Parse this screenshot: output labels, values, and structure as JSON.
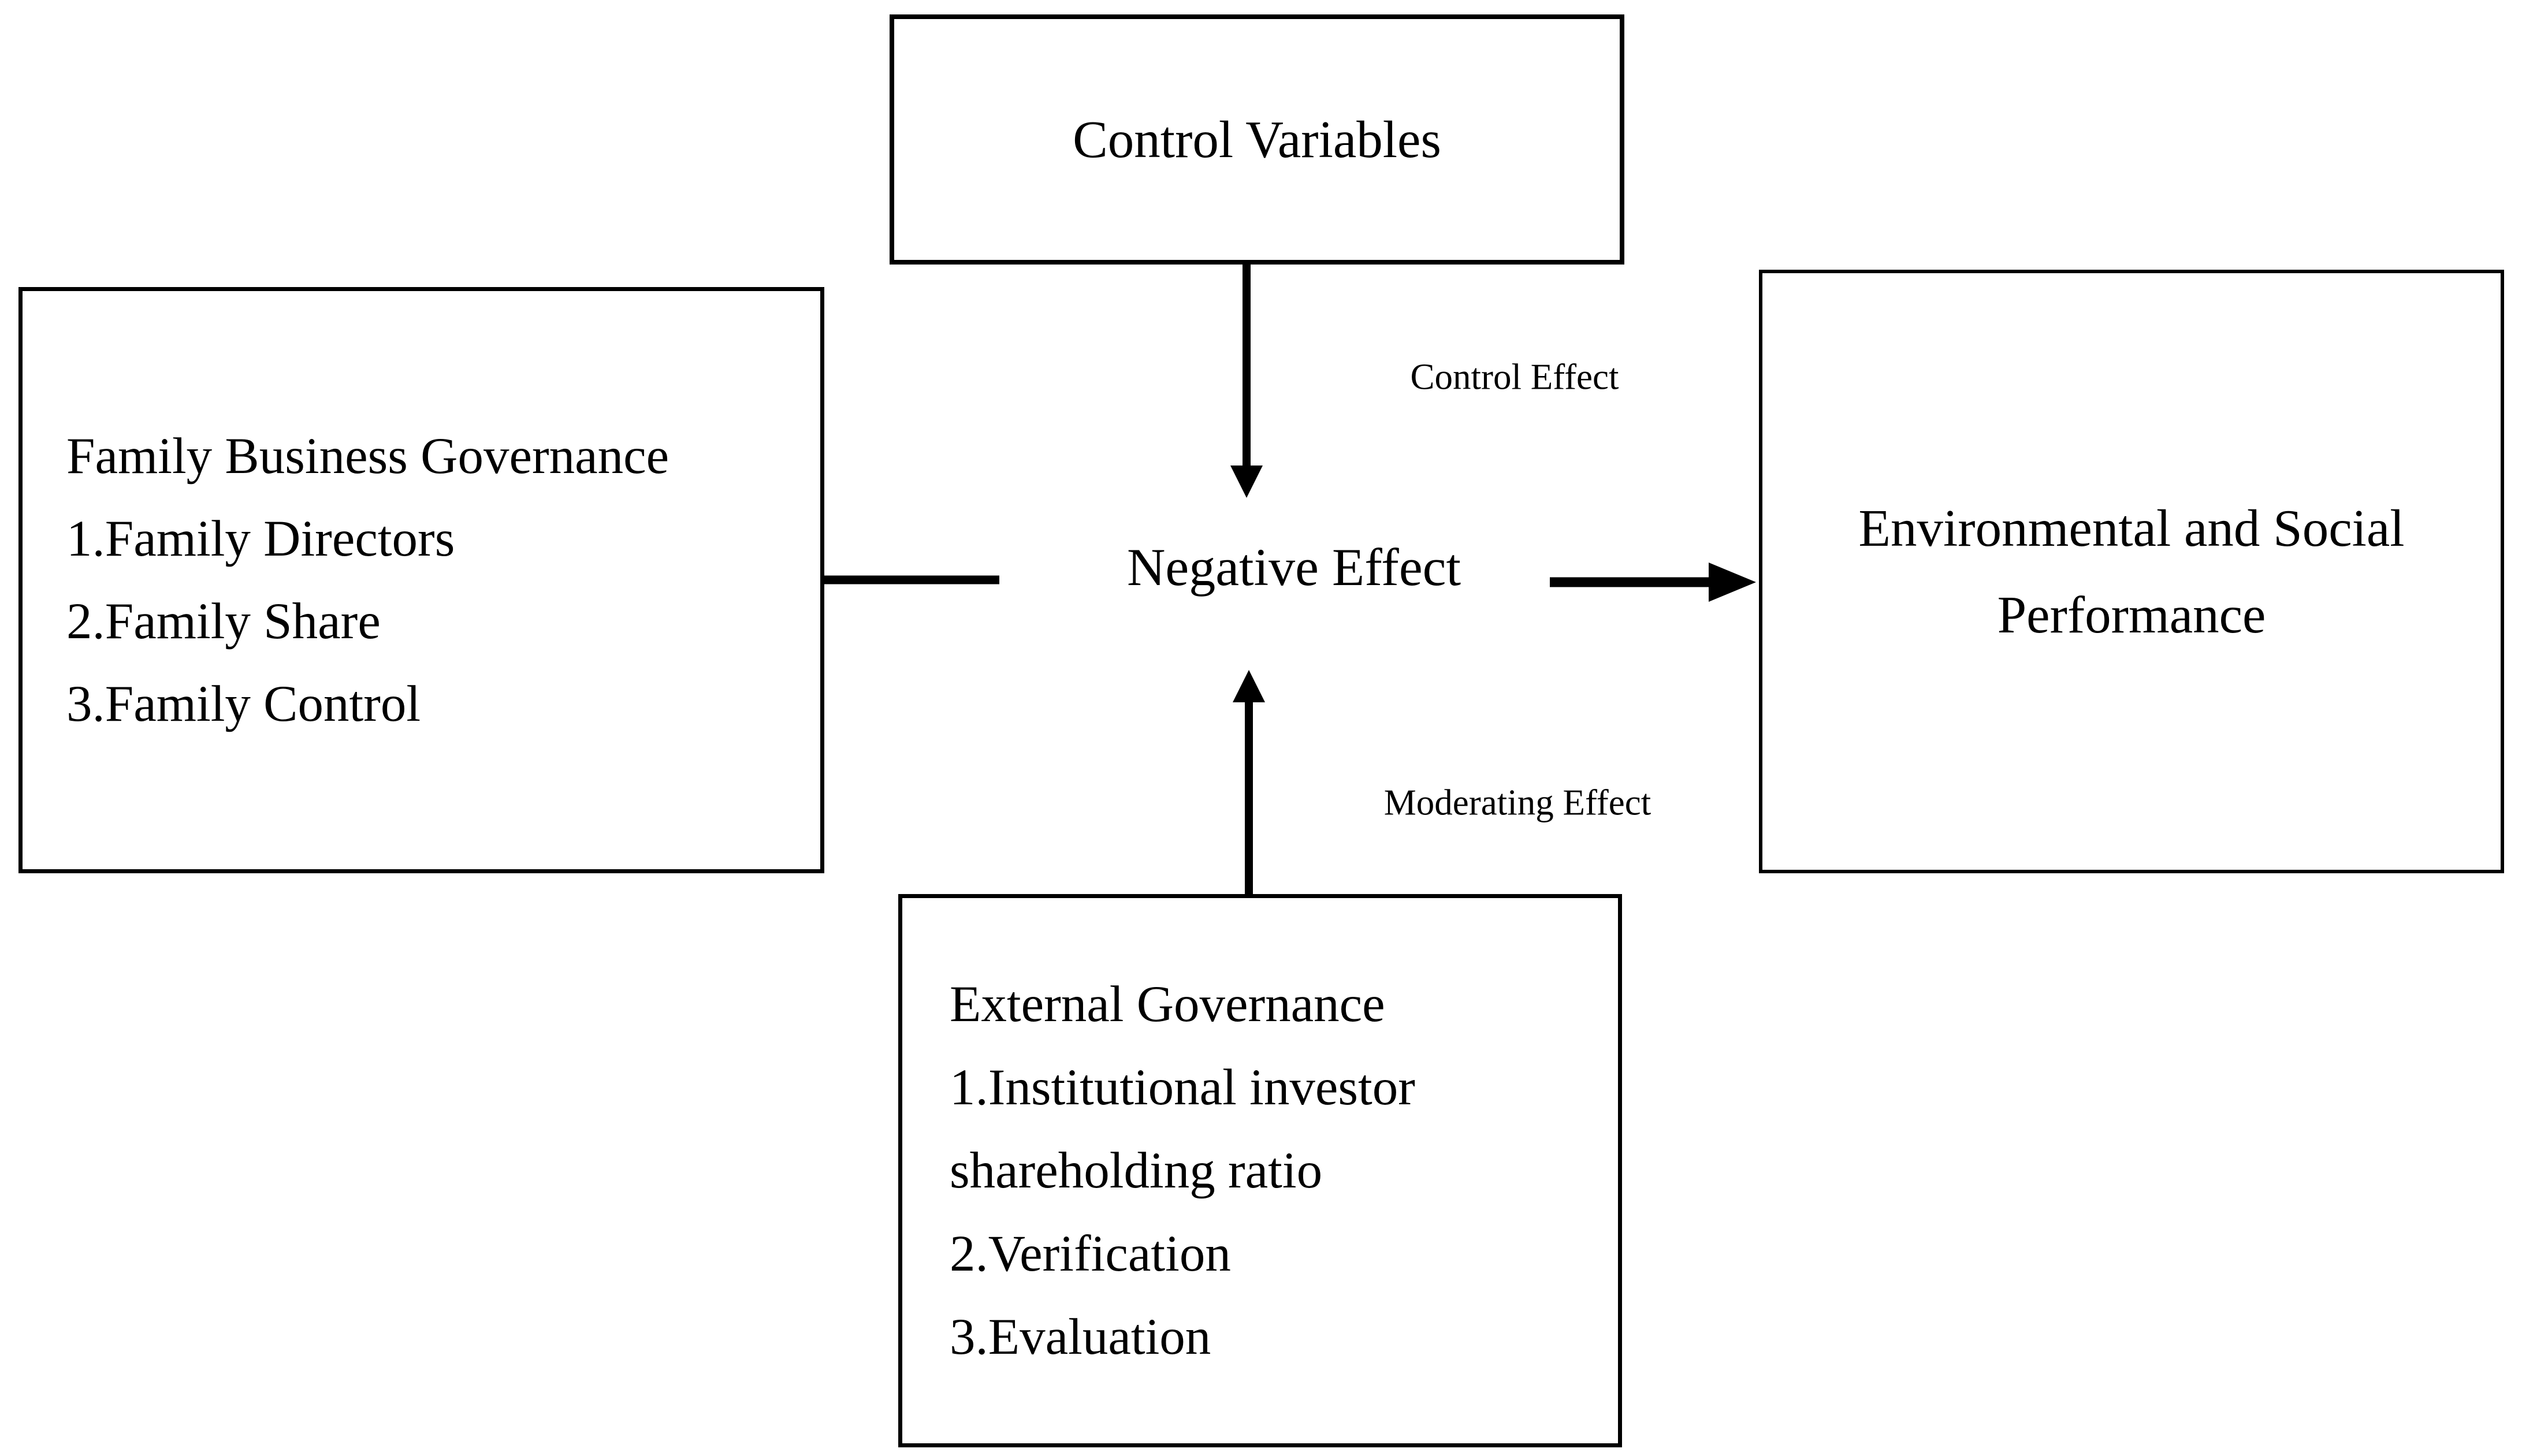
{
  "diagram": {
    "boxes": {
      "control": {
        "title": "Control Variables"
      },
      "family": {
        "lines": [
          "Family Business Governance",
          "1.Family Directors",
          "2.Family Share",
          "3.Family Control"
        ]
      },
      "performance": {
        "lines": [
          "Environmental and Social",
          "Performance"
        ]
      },
      "external": {
        "lines": [
          "External Governance",
          "1.Institutional investor",
          "shareholding ratio",
          "2.Verification",
          "3.Evaluation"
        ]
      }
    },
    "labels": {
      "center": "Negative Effect",
      "control_effect": "Control Effect",
      "moderating_effect": "Moderating Effect"
    },
    "colors": {
      "line": "#000000",
      "background": "#ffffff",
      "text": "#000000"
    }
  }
}
